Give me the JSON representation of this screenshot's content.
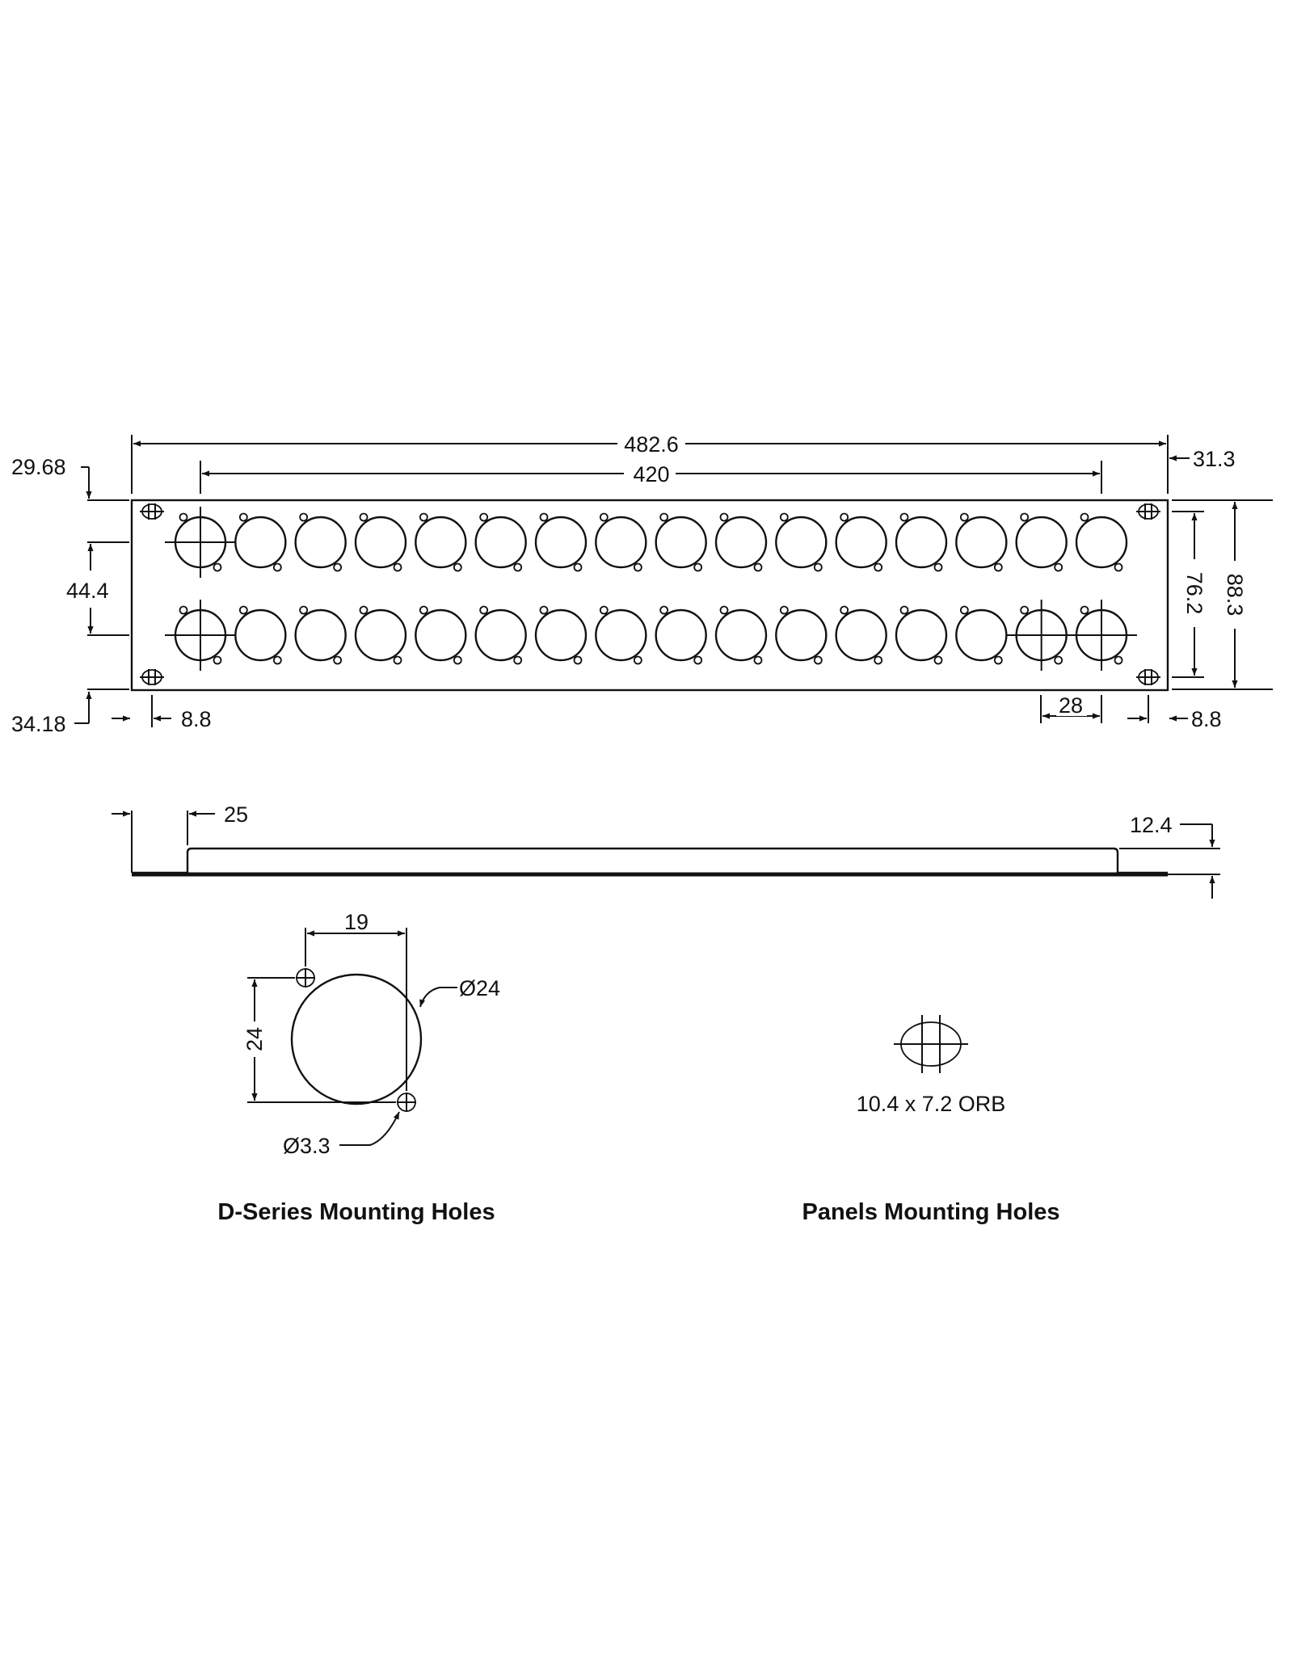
{
  "dimensions": {
    "overall_width": "482.6",
    "hole_span": "420",
    "right_offset": "31.3",
    "top_offset": "29.68",
    "row_pitch": "44.4",
    "bottom_offset": "34.18",
    "left_edge": "8.8",
    "right_edge": "8.8",
    "pitch": "28",
    "mount_span": "76.2",
    "overall_height": "88.3",
    "depth": "25",
    "flange": "12.4"
  },
  "detail_d_series": {
    "title": "D-Series Mounting Holes",
    "screw_spacing": "19",
    "height": "24",
    "main_diameter": "Ø24",
    "screw_diameter": "Ø3.3"
  },
  "detail_panel": {
    "title": "Panels Mounting Holes",
    "slot_size": "10.4 x 7.2 ORB"
  },
  "panel": {
    "rows": 2,
    "holes_per_row": 16
  }
}
